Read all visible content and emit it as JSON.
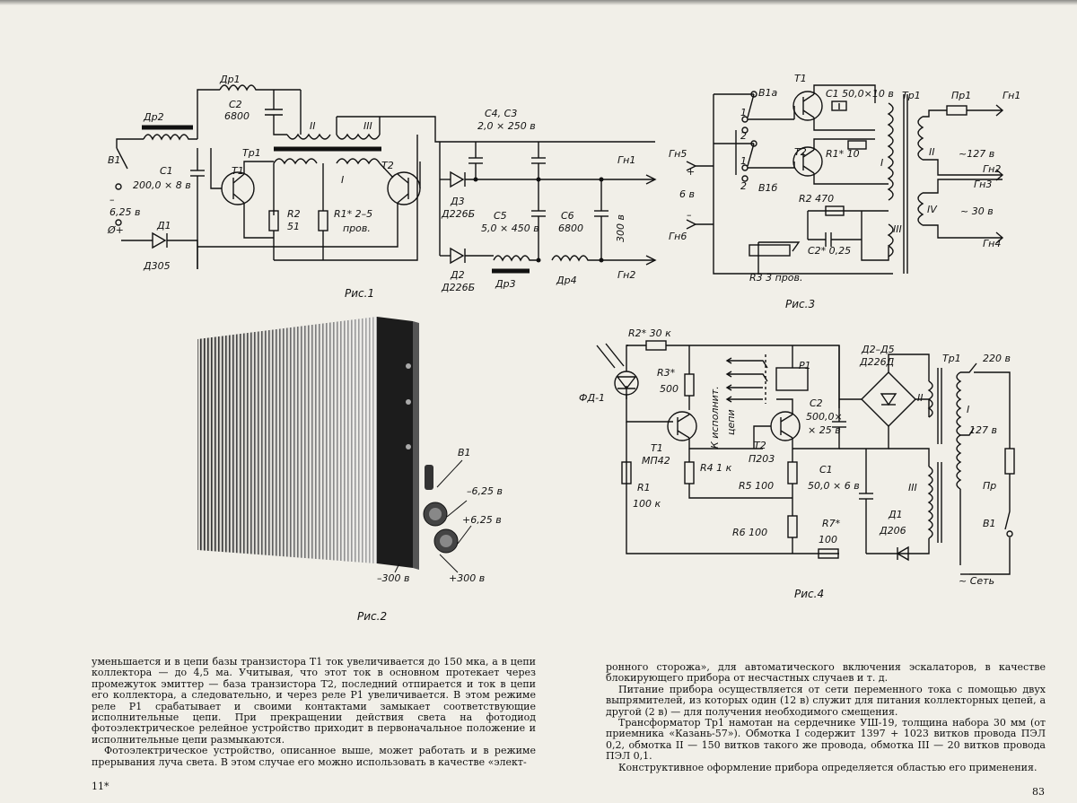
{
  "fig1": {
    "caption": "Рис.1",
    "labels": {
      "dr1": "Др1",
      "dr2": "Др2",
      "c2": "С2",
      "c2_val": "6800",
      "ii": "II",
      "iii": "III",
      "c4c3": "С4, С3",
      "c4c3_val": "2,0 × 250 в",
      "tr1": "Тр1",
      "b1": "В1",
      "c1": "С1",
      "c1_val": "200,0 × 8 в",
      "t1": "Т1",
      "t2": "Т2",
      "i": "I",
      "minus": "–",
      "v625": "6,25 в",
      "plus_node": "Ø+",
      "d1": "Д1",
      "d1_type": "Д305",
      "r2": "R2",
      "r2_val": "51",
      "r1": "R1* 2–5",
      "r1_val": "пров.",
      "d3": "Д3",
      "d3_type": "Д226Б",
      "c5": "С5",
      "c5_val": "5,0 × 450 в",
      "c6": "С6",
      "c6_val": "6800",
      "v300": "300 в",
      "gn1": "Гн1",
      "gn2": "Гн2",
      "d2": "Д2",
      "d2_type": "Д226Б",
      "dr3": "Др3",
      "dr4": "Др4"
    }
  },
  "fig2": {
    "caption": "Рис.2",
    "labels": {
      "b1": "В1",
      "m625": "–6,25 в",
      "p625": "+6,25 в",
      "m300": "–300 в",
      "p300": "+300 в"
    }
  },
  "fig3": {
    "caption": "Рис.3",
    "labels": {
      "t1": "Т1",
      "b1a": "В1а",
      "c1": "С1  50,0×10 в",
      "tr1": "Тр1",
      "pr1": "Пр1",
      "gn1": "Гн1",
      "one_a": "1",
      "two_a": "2",
      "gn5": "Гн5",
      "plus": "+",
      "t2": "Т2",
      "r1": "R1* 10",
      "ii": "II",
      "v127": "~127 в",
      "gn2": "Гн2",
      "one_b": "1",
      "two_b": "2",
      "b1b": "В1б",
      "i": "I",
      "gn3": "Гн3",
      "v6": "6 в",
      "r2": "R2  470",
      "iv": "IV",
      "v30": "~ 30 в",
      "gn6": "Гн6",
      "minus": "–",
      "c2": "С2* 0,25",
      "iii": "III",
      "gn4": "Гн4",
      "r3": "R3  3 пров."
    }
  },
  "fig4": {
    "caption": "Рис.4",
    "labels": {
      "r2": "R2* 30 к",
      "d2d5": "Д2–Д5",
      "d226d": "Д226Д",
      "tr1": "Тр1",
      "v220": "220 в",
      "r3": "R3*",
      "r3_val": "500",
      "relay_out": "К исполнит.",
      "relay_out2": "цепи",
      "p1": "Р1",
      "fd1": "ФД-1",
      "c2": "С2",
      "c2_val": "500,0×",
      "c2_val2": "× 25 в",
      "ii": "II",
      "i": "I",
      "v127": "127 в",
      "t1": "Т1",
      "t1_type": "МП42",
      "t2": "Т2",
      "t2_type": "П203",
      "r4": "R4  1 к",
      "r1": "R1",
      "r1_val": "100 к",
      "r5": "R5  100",
      "c1": "С1",
      "c1_val": "50,0 × 6 в",
      "iii": "III",
      "pr": "Пр",
      "d1": "Д1",
      "d1_type": "Д206",
      "r6": "R6  100",
      "r7": "R7*",
      "r7_val": "100",
      "b1": "В1",
      "set": "~ Сеть"
    }
  },
  "text": {
    "left_p1": "уменьшается и в цепи базы транзистора Т1 ток увеличивается до 150 мка, а в цепи коллектора — до 4,5 ма. Учитывая, что этот ток в основном протекает через промежуток эмиттер — база транзистора Т2, последний отпирается и ток в цепи его коллектора, а следовательно, и через реле Р1 увеличивается. В этом режиме реле Р1 срабатывает и своими контактами замыкает соответствующие исполнительные цепи. При прекращении действия света на фотодиод фотоэлектрическое релейное устройство приходит в первоначальное положение и исполнительные цепи размыкаются.",
    "left_p2": "Фотоэлектрическое устройство, описанное выше, может работать и в режиме прерывания луча света. В этом случае его можно использовать в качестве «элект-",
    "right_p1": "ронного сторожа», для автоматического включения эскалаторов, в качестве блокирующего прибора от несчастных случаев и т. д.",
    "right_p2": "Питание прибора осуществляется от сети переменного тока с помощью двух выпрямителей, из которых один (12 в) служит для питания коллекторных цепей, а другой (2 в) — для получения необходимого смещения.",
    "right_p3": "Трансформатор Тр1 намотан на сердечнике УШ-19, толщина набора 30 мм (от приемника «Казань-57»). Обмотка I содержит 1397 + 1023 витков провода ПЭЛ 0,2, обмотка II — 150 витков такого же провода, обмотка III — 20 витков провода ПЭЛ 0,1.",
    "right_p4": "Конструктивное оформление прибора определяется областью его применения.",
    "page_left": "11*",
    "page_right": "83"
  }
}
